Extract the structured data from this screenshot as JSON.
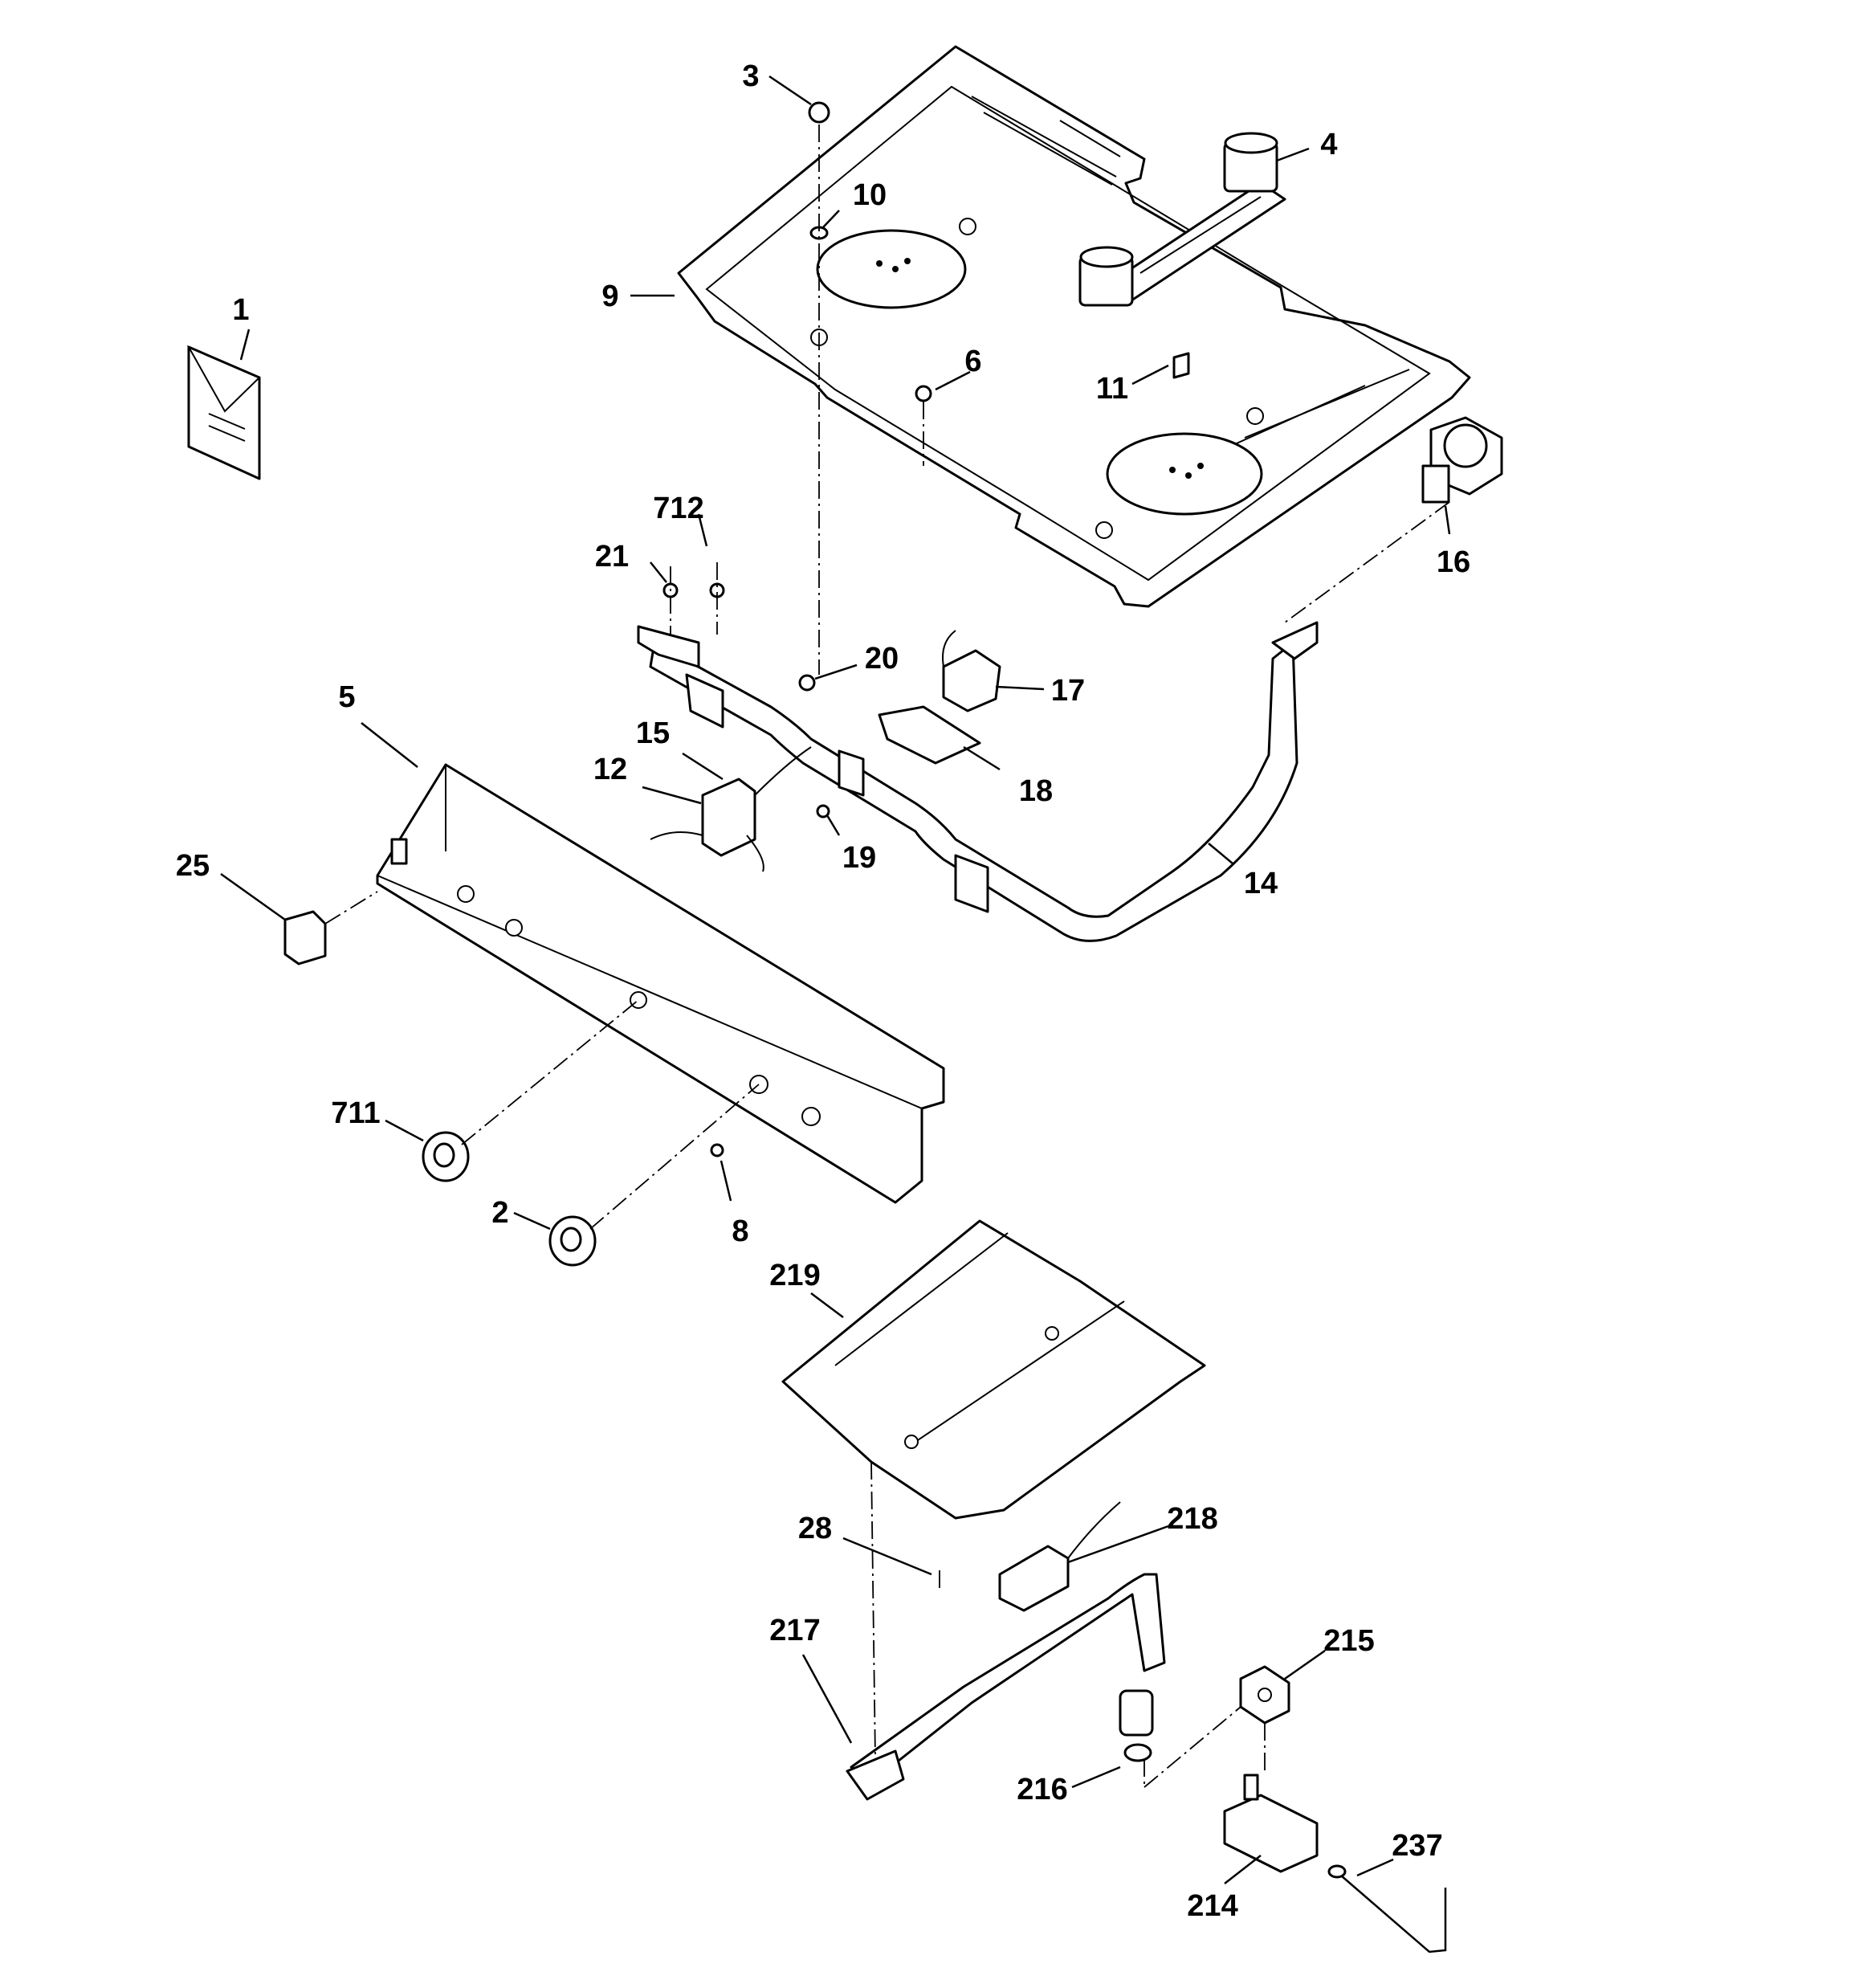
{
  "diagram": {
    "callouts": [
      {
        "id": "1",
        "label": "1"
      },
      {
        "id": "2",
        "label": "2"
      },
      {
        "id": "3",
        "label": "3"
      },
      {
        "id": "4",
        "label": "4"
      },
      {
        "id": "5",
        "label": "5"
      },
      {
        "id": "6",
        "label": "6"
      },
      {
        "id": "8",
        "label": "8"
      },
      {
        "id": "9",
        "label": "9"
      },
      {
        "id": "10",
        "label": "10"
      },
      {
        "id": "11",
        "label": "11"
      },
      {
        "id": "12",
        "label": "12"
      },
      {
        "id": "14",
        "label": "14"
      },
      {
        "id": "15",
        "label": "15"
      },
      {
        "id": "16",
        "label": "16"
      },
      {
        "id": "17",
        "label": "17"
      },
      {
        "id": "18",
        "label": "18"
      },
      {
        "id": "19",
        "label": "19"
      },
      {
        "id": "20",
        "label": "20"
      },
      {
        "id": "21",
        "label": "21"
      },
      {
        "id": "25",
        "label": "25"
      },
      {
        "id": "28",
        "label": "28"
      },
      {
        "id": "214",
        "label": "214"
      },
      {
        "id": "215",
        "label": "215"
      },
      {
        "id": "216",
        "label": "216"
      },
      {
        "id": "217",
        "label": "217"
      },
      {
        "id": "218",
        "label": "218"
      },
      {
        "id": "219",
        "label": "219"
      },
      {
        "id": "237",
        "label": "237"
      },
      {
        "id": "711",
        "label": "711"
      },
      {
        "id": "712",
        "label": "712"
      }
    ]
  }
}
